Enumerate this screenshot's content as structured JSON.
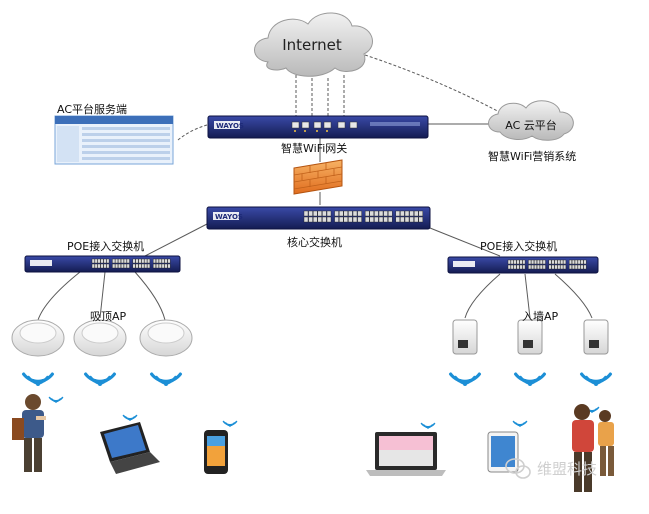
{
  "cloud": {
    "internet": "Internet",
    "ac_cloud": "AC 云平台"
  },
  "labels": {
    "ac_server": "AC平台服务端",
    "gateway": "智慧WiFi网关",
    "marketing": "智慧WiFi营销系统",
    "core_switch": "核心交换机",
    "poe_left": "POE接入交换机",
    "poe_right": "POE接入交换机",
    "ceiling_ap": "吸顶AP",
    "wall_ap": "入墙AP"
  },
  "brand": {
    "logo": "WAYOS"
  },
  "watermark": "维盟科技",
  "colors": {
    "device_body": "#1e2a78",
    "link": "#555555",
    "wifi": "#1c8fd6",
    "firewall": "#f08a2c"
  }
}
